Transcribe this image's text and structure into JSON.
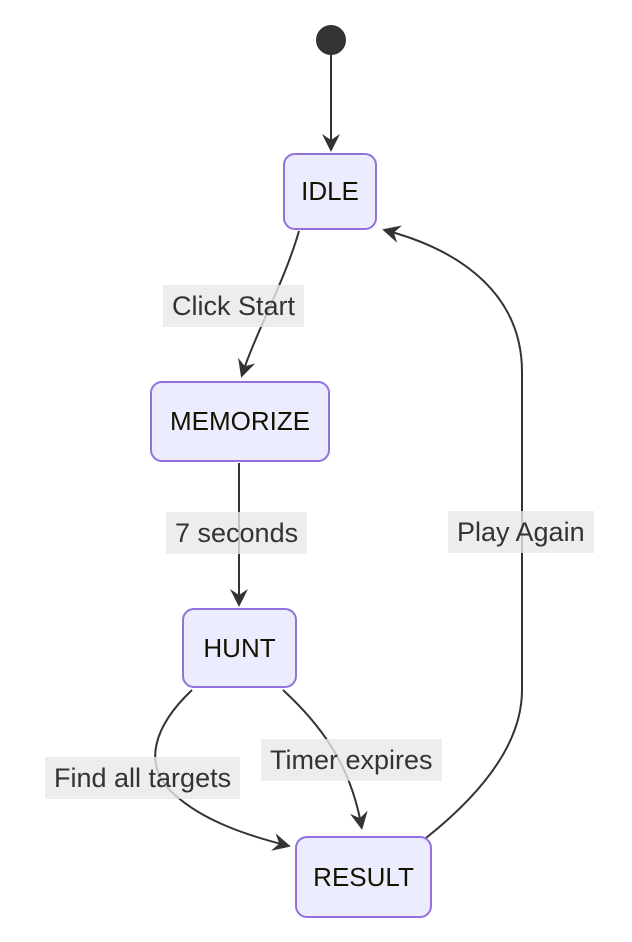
{
  "diagram": {
    "type": "state-diagram",
    "states": [
      {
        "id": "IDLE",
        "label": "IDLE"
      },
      {
        "id": "MEMORIZE",
        "label": "MEMORIZE"
      },
      {
        "id": "HUNT",
        "label": "HUNT"
      },
      {
        "id": "RESULT",
        "label": "RESULT"
      }
    ],
    "transitions": [
      {
        "from": "[*]",
        "to": "IDLE",
        "label": ""
      },
      {
        "from": "IDLE",
        "to": "MEMORIZE",
        "label": "Click Start"
      },
      {
        "from": "MEMORIZE",
        "to": "HUNT",
        "label": "7 seconds"
      },
      {
        "from": "HUNT",
        "to": "RESULT",
        "label": "Find all targets"
      },
      {
        "from": "HUNT",
        "to": "RESULT",
        "label": "Timer expires"
      },
      {
        "from": "RESULT",
        "to": "IDLE",
        "label": "Play Again"
      }
    ],
    "colors": {
      "node_fill": "#ECECFF",
      "node_border": "#9370DB",
      "edge_stroke": "#333333",
      "edge_label_bg": "#e8e8e8",
      "node_text": "#131300",
      "start_node": "#333333",
      "background": "#ffffff"
    }
  }
}
